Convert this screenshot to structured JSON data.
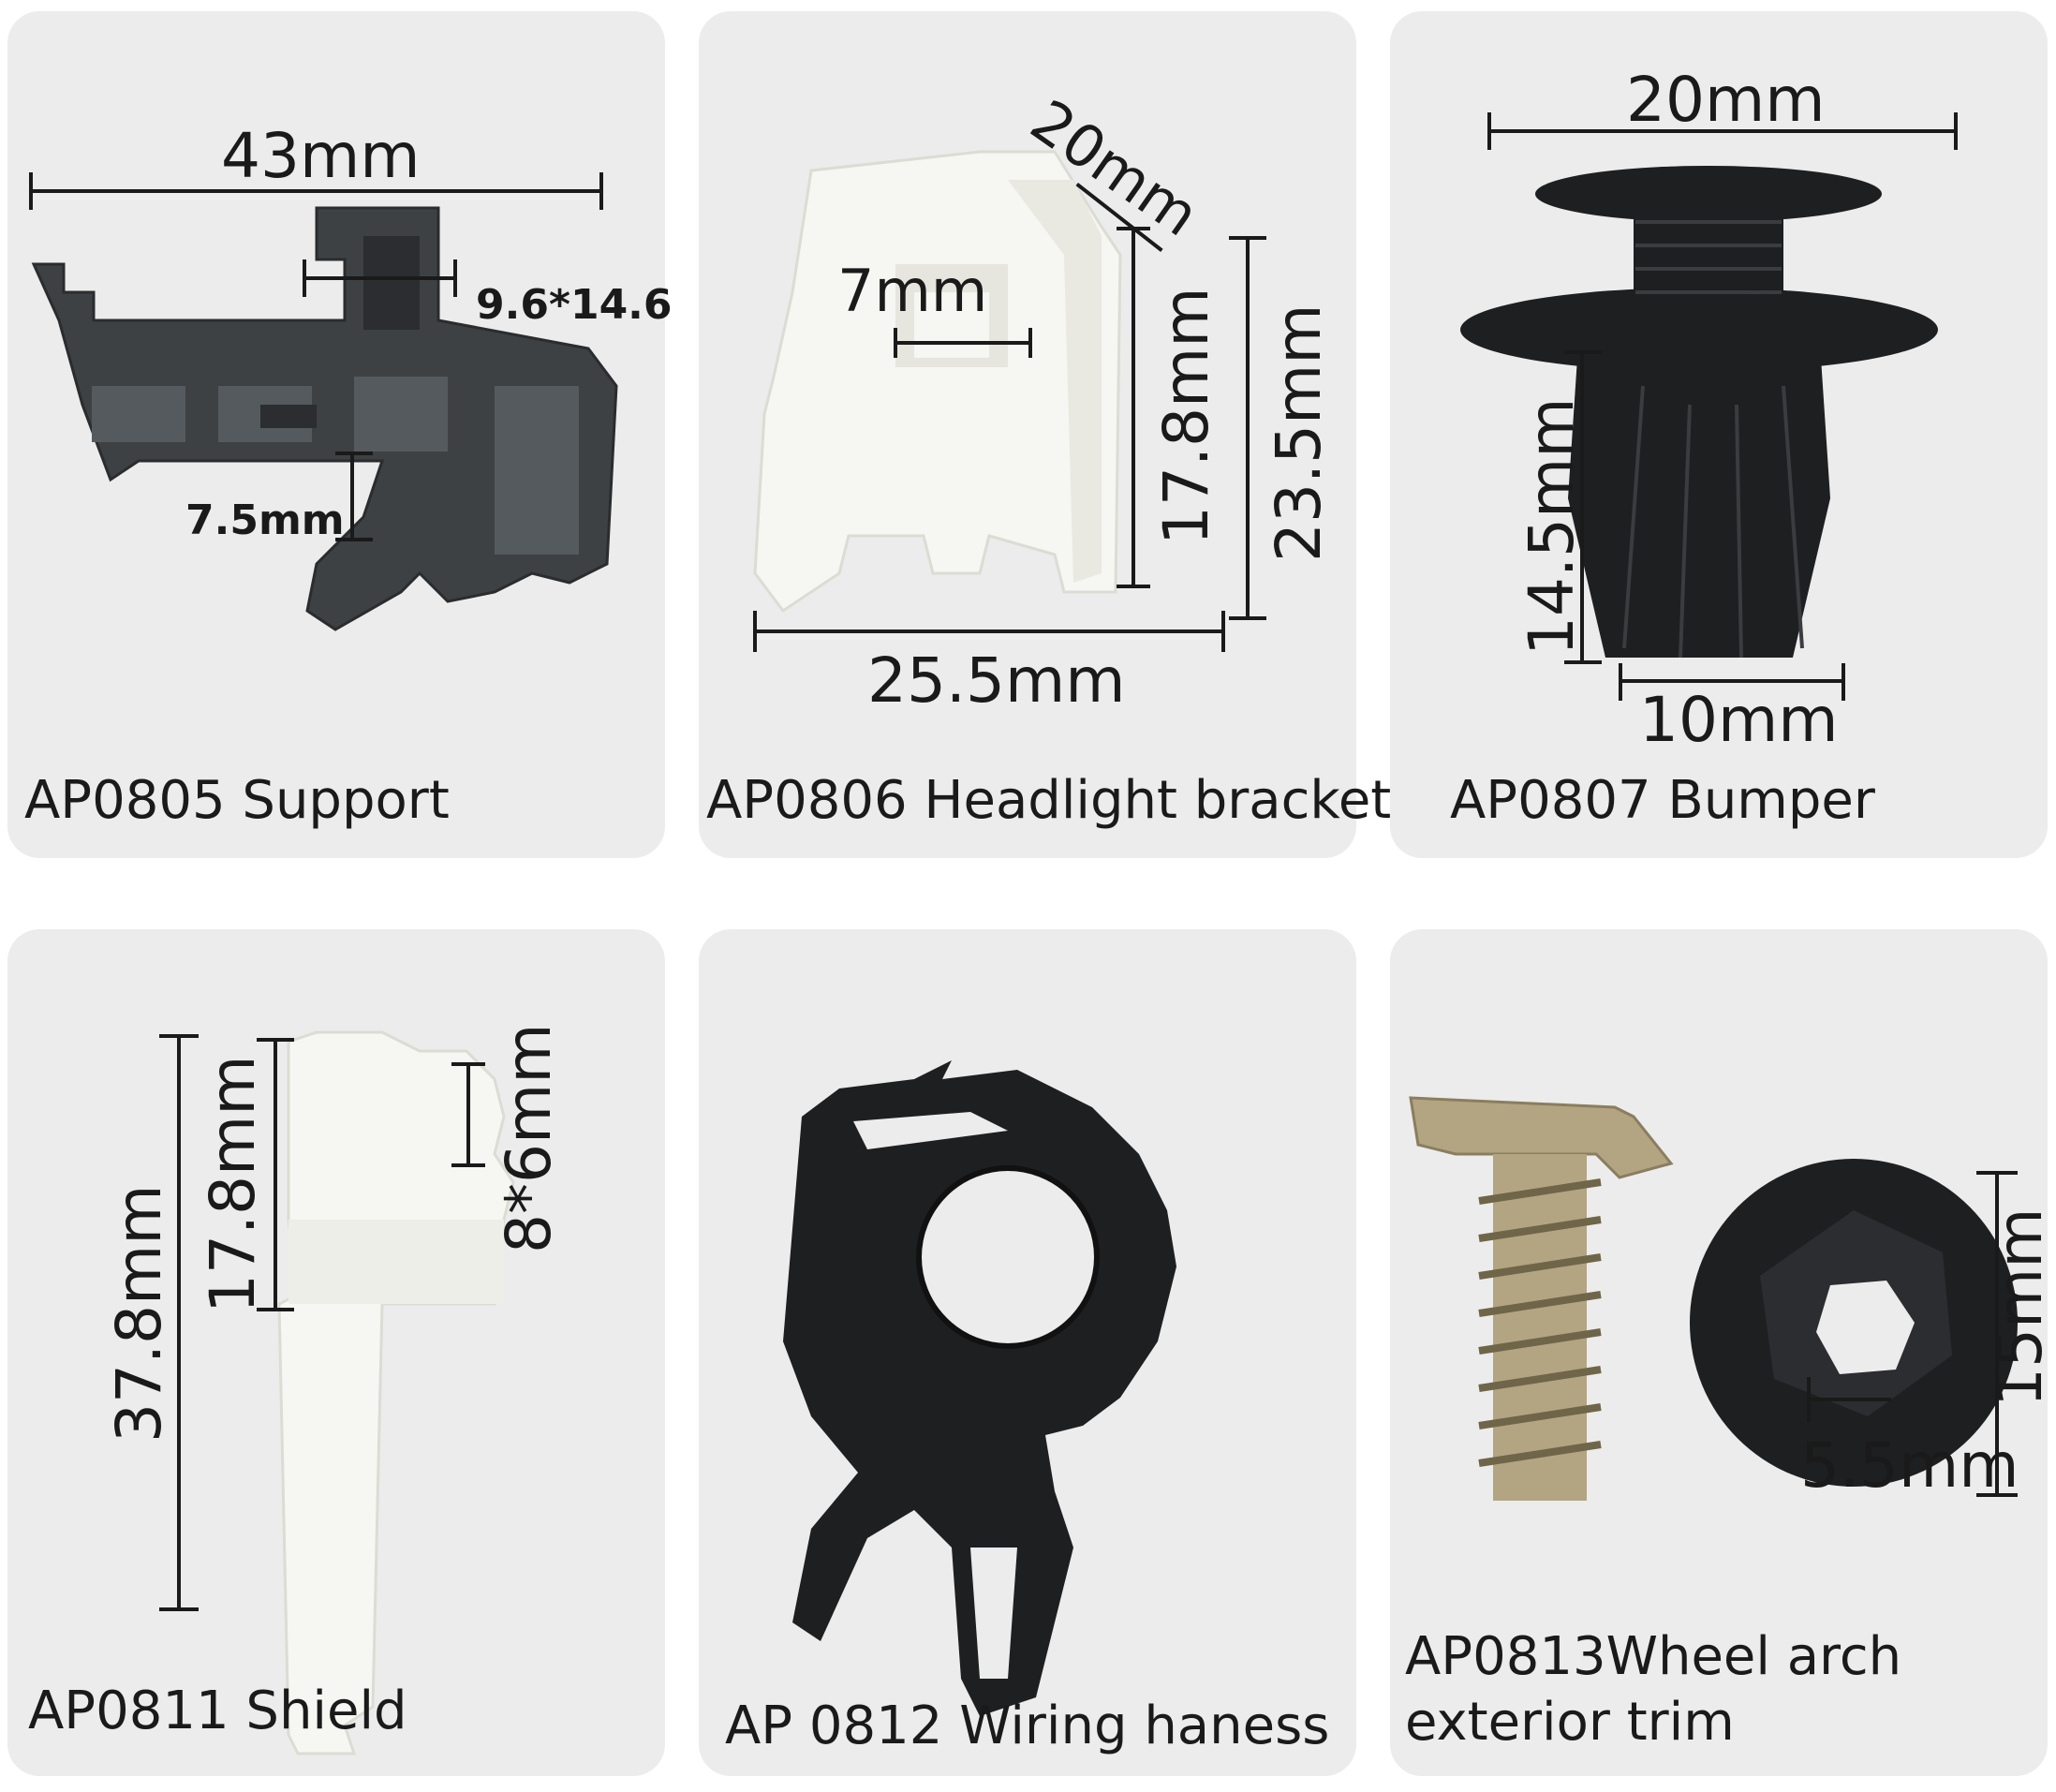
{
  "products": [
    {
      "caption": "AP0805 Support",
      "dimensions": {
        "width": "43mm",
        "slot": "9.6*14.6",
        "gap": "7.5mm"
      },
      "part_color": "#3e4144"
    },
    {
      "caption": "AP0806 Headlight bracket",
      "dimensions": {
        "depth": "20mm",
        "hole": "7mm",
        "inner_height": "17.8mm",
        "height": "23.5mm",
        "width": "25.5mm"
      },
      "part_color": "#f6f6f2"
    },
    {
      "caption": "AP0807 Bumper",
      "dimensions": {
        "head": "20mm",
        "shank_length": "14.5mm",
        "shank_width": "10mm"
      },
      "part_color": "#1e1f21"
    },
    {
      "caption": "AP0811 Shield",
      "dimensions": {
        "total_height": "37.8mm",
        "head_height": "17.8mm",
        "slot": "8*6mm"
      },
      "part_color": "#f6f6f2"
    },
    {
      "caption": "AP 0812 Wiring haness",
      "dimensions": {},
      "part_color": "#1e1f21"
    },
    {
      "caption_lines": [
        "AP0813Wheel arch",
        "exterior trim"
      ],
      "dimensions": {
        "height": "15mm",
        "hole": "5.5mm"
      },
      "part_color": "#1e1f21",
      "screw_color": "#b3a582"
    }
  ],
  "colors": {
    "panel_bg": "#ececec",
    "page_bg": "#ffffff",
    "text": "#1a1a1a"
  }
}
